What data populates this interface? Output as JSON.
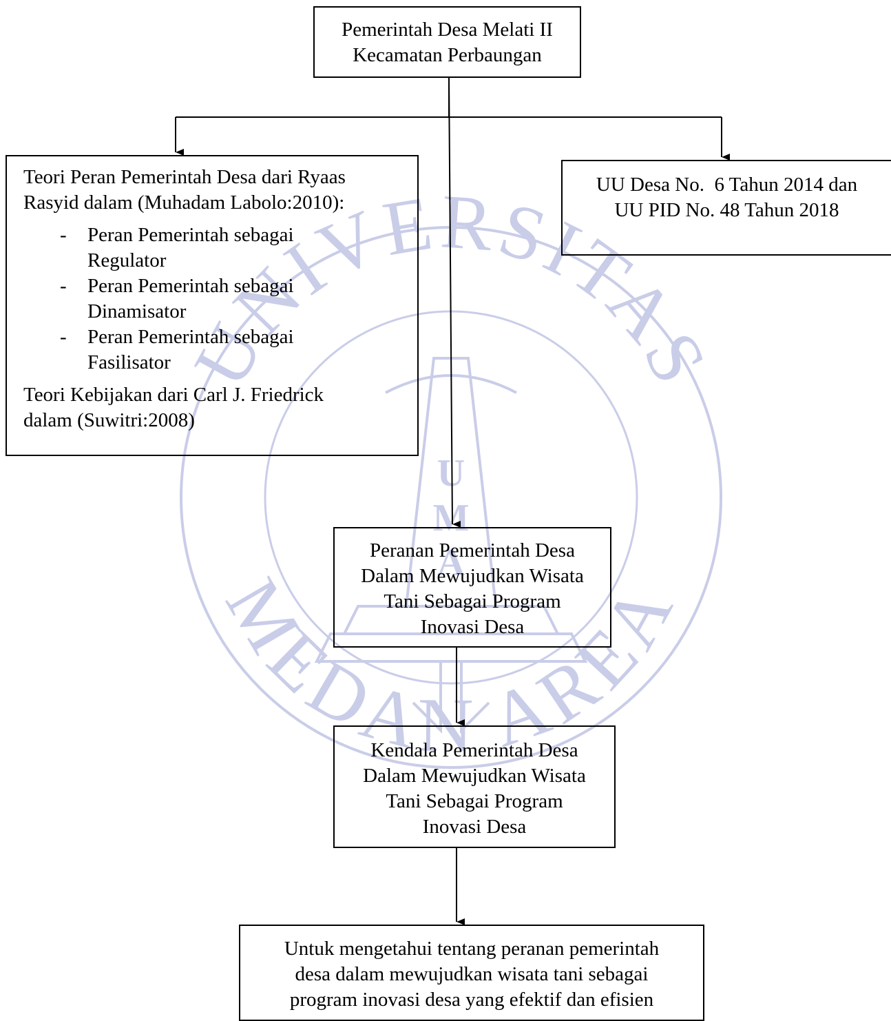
{
  "nodes": {
    "top": {
      "lines": [
        "Pemerintah Desa Melati II",
        "Kecamatan Perbaungan"
      ]
    },
    "theory": {
      "intro_lines": [
        "Teori Peran Pemerintah Desa dari Ryaas",
        "Rasyid dalam (Muhadam Labolo:2010):"
      ],
      "bullets": [
        {
          "marker": "-",
          "lines": [
            "Peran Pemerintah sebagai",
            "Regulator"
          ]
        },
        {
          "marker": "-",
          "lines": [
            "Peran Pemerintah sebagai",
            "Dinamisator"
          ]
        },
        {
          "marker": "-",
          "lines": [
            "Peran Pemerintah sebagai",
            "Fasilisator"
          ]
        }
      ],
      "outro_lines": [
        "Teori Kebijakan dari Carl J. Friedrick",
        "dalam (Suwitri:2008)"
      ]
    },
    "law": {
      "lines": [
        "UU Desa No.  6 Tahun 2014 dan",
        "UU PID No. 48 Tahun 2018"
      ]
    },
    "role": {
      "lines": [
        "Peranan Pemerintah Desa",
        "Dalam Mewujudkan Wisata",
        "Tani Sebagai Program",
        "Inovasi Desa"
      ]
    },
    "constraint": {
      "lines": [
        "Kendala Pemerintah Desa",
        "Dalam Mewujudkan Wisata",
        "Tani Sebagai Program",
        "Inovasi Desa"
      ]
    },
    "goal": {
      "lines": [
        "Untuk mengetahui tentang peranan pemerintah",
        "desa dalam mewujudkan wisata tani sebagai",
        "program inovasi desa yang efektif dan efisien"
      ]
    }
  },
  "watermark": {
    "top_text": "UNIVERSITAS",
    "bottom_text": "MEDAN AREA",
    "center_letters": [
      "U",
      "M",
      "A"
    ],
    "color": "#c9cde8"
  },
  "colors": {
    "line": "#000000",
    "text": "#000000",
    "background": "#ffffff"
  }
}
